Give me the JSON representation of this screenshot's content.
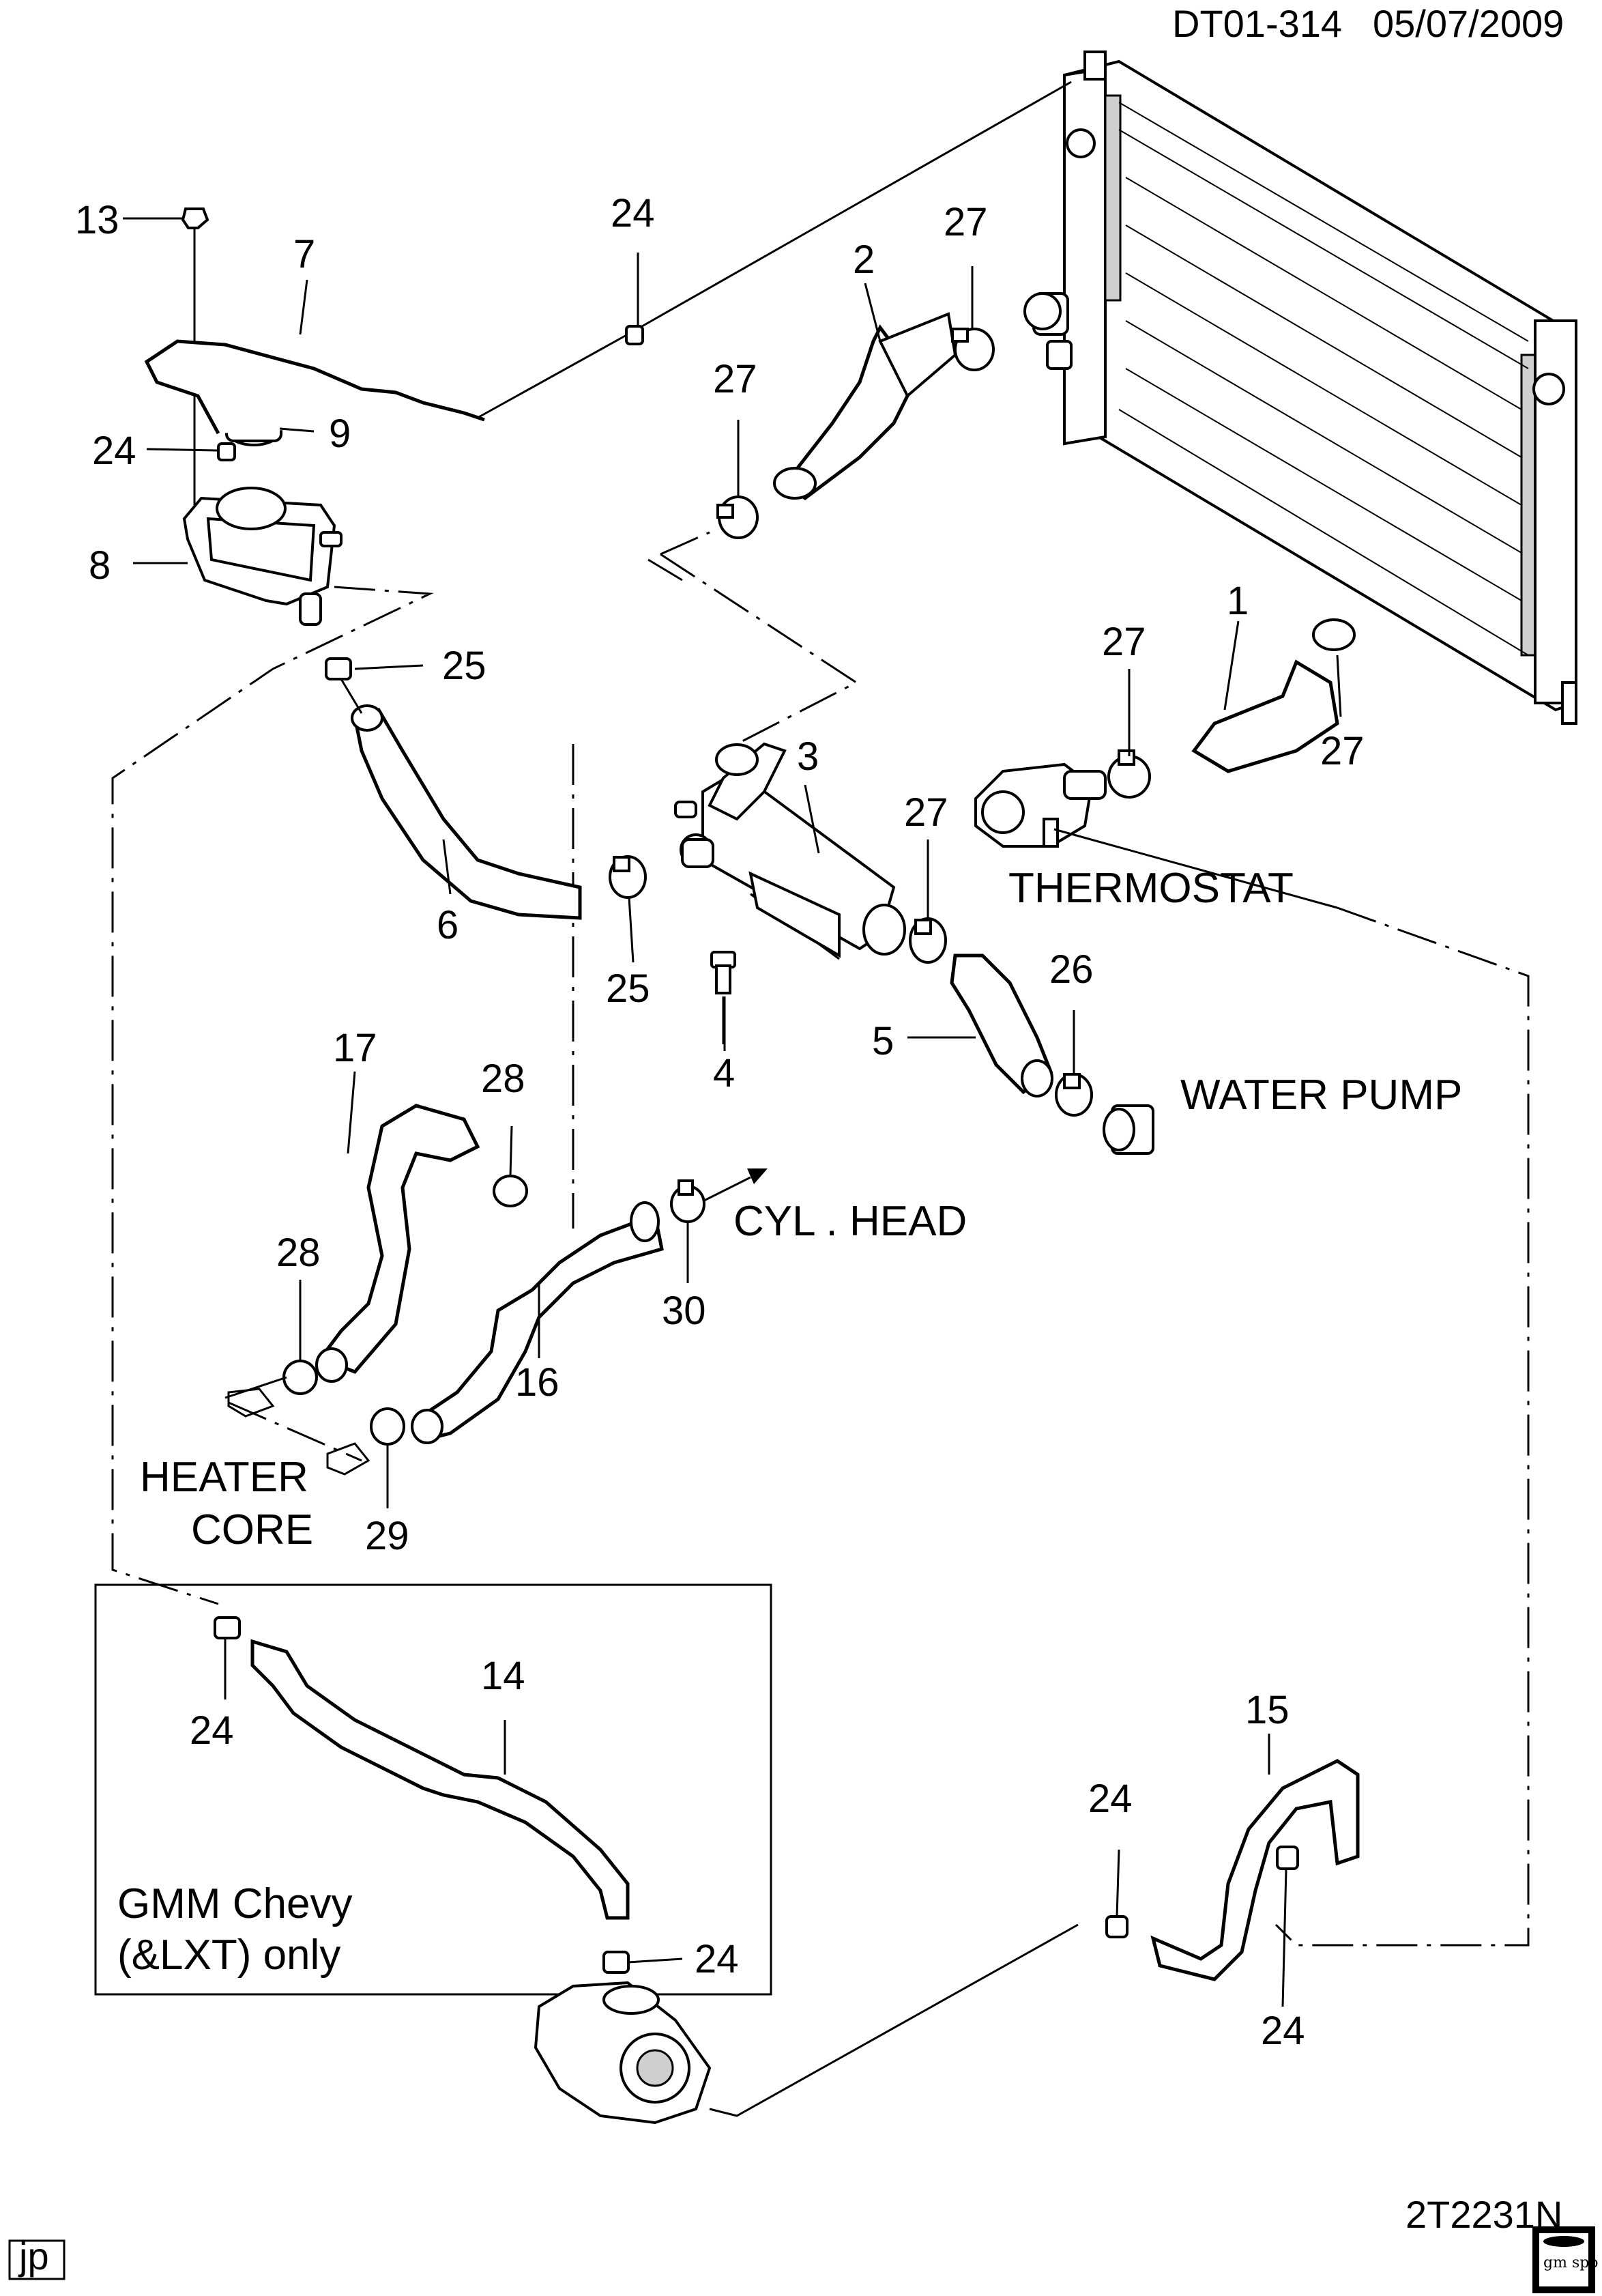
{
  "header": {
    "doc_code": "DT01-314",
    "date": "05/07/2009"
  },
  "footer": {
    "figure_code": "2T2231N",
    "lang_badge": "jp",
    "logo_text": "gm spo"
  },
  "callouts": {
    "c1": "1",
    "c2": "2",
    "c3": "3",
    "c4": "4",
    "c5": "5",
    "c6": "6",
    "c7": "7",
    "c8": "8",
    "c9": "9",
    "c13": "13",
    "c14": "14",
    "c15": "15",
    "c16": "16",
    "c17": "17",
    "c24a": "24",
    "c24b": "24",
    "c24c": "24",
    "c24d": "24",
    "c24e": "24",
    "c24f": "24",
    "c25a": "25",
    "c25b": "25",
    "c26": "26",
    "c27a": "27",
    "c27b": "27",
    "c27c": "27",
    "c27d": "27",
    "c27e": "27",
    "c28a": "28",
    "c28b": "28",
    "c29": "29",
    "c30": "30"
  },
  "notes": {
    "thermostat": "THERMOSTAT",
    "water_pump": "WATER PUMP",
    "cyl_head": "CYL . HEAD",
    "heater_line1": "HEATER",
    "heater_line2": "CORE",
    "gmm_line1": "GMM Chevy",
    "gmm_line2": "(&LXT) only"
  }
}
